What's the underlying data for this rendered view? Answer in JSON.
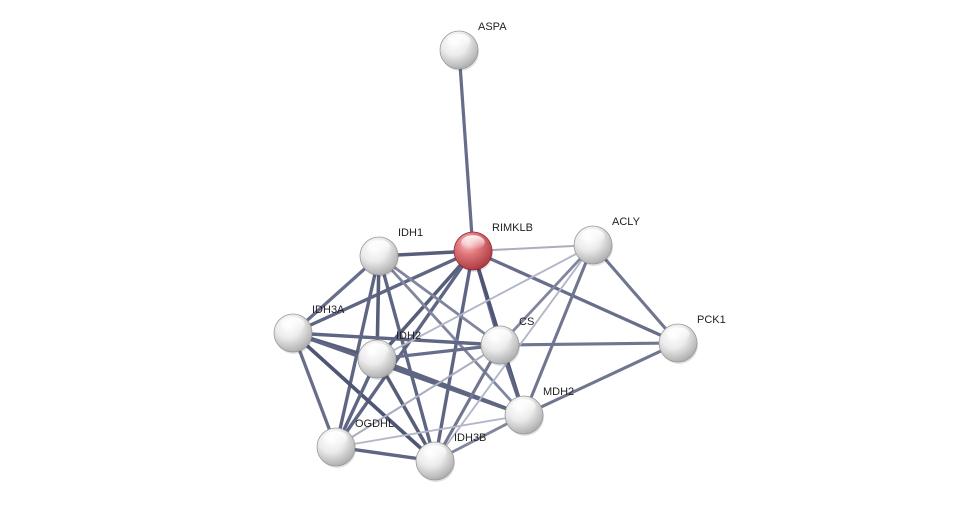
{
  "network": {
    "colors": {
      "edge": "#3e4668",
      "query_node": "#d9565c",
      "node": "#d8d8d8",
      "background": "#ffffff"
    },
    "nodes": [
      {
        "id": "ASPA",
        "label": "ASPA",
        "query": false
      },
      {
        "id": "RIMKLB",
        "label": "RIMKLB",
        "query": true
      },
      {
        "id": "IDH1",
        "label": "IDH1",
        "query": false
      },
      {
        "id": "ACLY",
        "label": "ACLY",
        "query": false
      },
      {
        "id": "IDH3A",
        "label": "IDH3A",
        "query": false
      },
      {
        "id": "IDH2",
        "label": "IDH2",
        "query": false
      },
      {
        "id": "CS",
        "label": "CS",
        "query": false
      },
      {
        "id": "PCK1",
        "label": "PCK1",
        "query": false
      },
      {
        "id": "MDH2",
        "label": "MDH2",
        "query": false
      },
      {
        "id": "OGDHL",
        "label": "OGDHL",
        "query": false
      },
      {
        "id": "IDH3B",
        "label": "IDH3B",
        "query": false
      }
    ],
    "edges": [
      {
        "source": "ASPA",
        "target": "RIMKLB",
        "strength": 0.75
      },
      {
        "source": "RIMKLB",
        "target": "IDH1",
        "strength": 0.85
      },
      {
        "source": "RIMKLB",
        "target": "IDH3A",
        "strength": 0.8
      },
      {
        "source": "RIMKLB",
        "target": "IDH2",
        "strength": 0.85
      },
      {
        "source": "RIMKLB",
        "target": "CS",
        "strength": 0.7
      },
      {
        "source": "RIMKLB",
        "target": "MDH2",
        "strength": 0.9
      },
      {
        "source": "RIMKLB",
        "target": "PCK1",
        "strength": 0.75
      },
      {
        "source": "RIMKLB",
        "target": "OGDHL",
        "strength": 0.8
      },
      {
        "source": "RIMKLB",
        "target": "IDH3B",
        "strength": 0.8
      },
      {
        "source": "RIMKLB",
        "target": "ACLY",
        "strength": 0.35
      },
      {
        "source": "IDH1",
        "target": "IDH3A",
        "strength": 0.75
      },
      {
        "source": "IDH1",
        "target": "IDH2",
        "strength": 0.85
      },
      {
        "source": "IDH1",
        "target": "CS",
        "strength": 0.6
      },
      {
        "source": "IDH1",
        "target": "MDH2",
        "strength": 0.6
      },
      {
        "source": "IDH1",
        "target": "OGDHL",
        "strength": 0.8
      },
      {
        "source": "IDH1",
        "target": "IDH3B",
        "strength": 0.8
      },
      {
        "source": "IDH3A",
        "target": "IDH2",
        "strength": 0.85
      },
      {
        "source": "IDH3A",
        "target": "CS",
        "strength": 0.8
      },
      {
        "source": "IDH3A",
        "target": "MDH2",
        "strength": 0.8
      },
      {
        "source": "IDH3A",
        "target": "OGDHL",
        "strength": 0.75
      },
      {
        "source": "IDH3A",
        "target": "IDH3B",
        "strength": 0.9
      },
      {
        "source": "IDH2",
        "target": "CS",
        "strength": 0.75
      },
      {
        "source": "IDH2",
        "target": "MDH2",
        "strength": 0.8
      },
      {
        "source": "IDH2",
        "target": "OGDHL",
        "strength": 0.8
      },
      {
        "source": "IDH2",
        "target": "IDH3B",
        "strength": 0.85
      },
      {
        "source": "CS",
        "target": "ACLY",
        "strength": 0.6
      },
      {
        "source": "CS",
        "target": "PCK1",
        "strength": 0.7
      },
      {
        "source": "CS",
        "target": "MDH2",
        "strength": 0.8
      },
      {
        "source": "CS",
        "target": "OGDHL",
        "strength": 0.35
      },
      {
        "source": "CS",
        "target": "IDH3B",
        "strength": 0.7
      },
      {
        "source": "ACLY",
        "target": "PCK1",
        "strength": 0.7
      },
      {
        "source": "ACLY",
        "target": "MDH2",
        "strength": 0.7
      },
      {
        "source": "ACLY",
        "target": "IDH3B",
        "strength": 0.3
      },
      {
        "source": "ACLY",
        "target": "IDH2",
        "strength": 0.3
      },
      {
        "source": "PCK1",
        "target": "MDH2",
        "strength": 0.7
      },
      {
        "source": "MDH2",
        "target": "OGDHL",
        "strength": 0.3
      },
      {
        "source": "MDH2",
        "target": "IDH3B",
        "strength": 0.6
      },
      {
        "source": "OGDHL",
        "target": "IDH3B",
        "strength": 0.8
      },
      {
        "source": "IDH3A",
        "target": "ACLY",
        "strength": 0.0
      }
    ]
  }
}
